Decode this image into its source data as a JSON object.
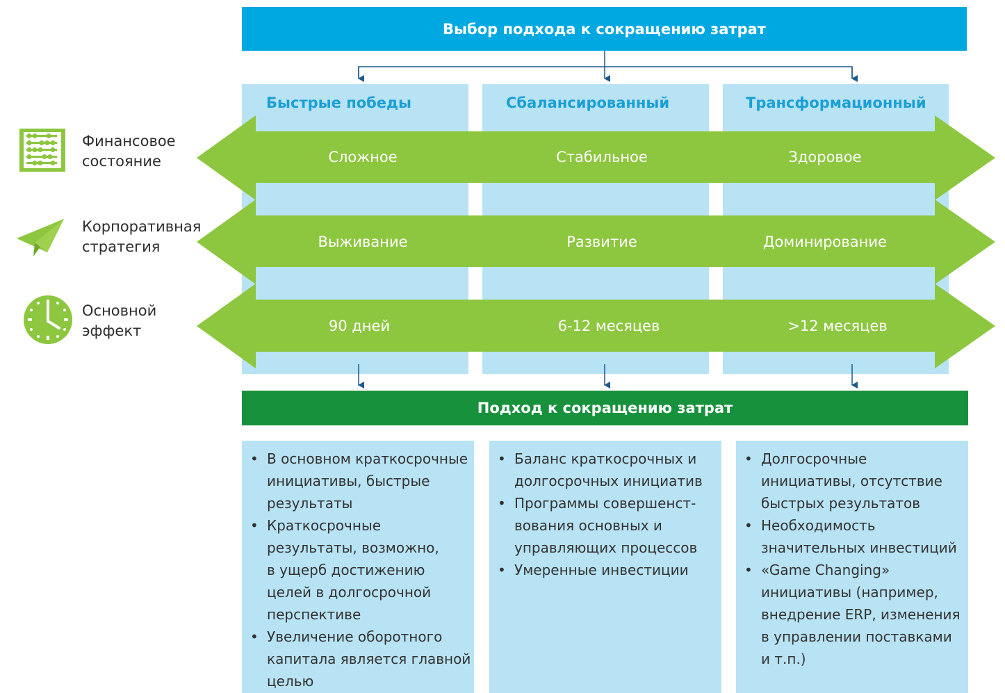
{
  "top_banner": "Выбор подхода к сокращению затрат",
  "bottom_banner": "Подход к сокращению затрат",
  "columns": [
    {
      "title": "Быстрые победы"
    },
    {
      "title": "Сбалансированный"
    },
    {
      "title": "Трансформационный"
    }
  ],
  "rows": [
    {
      "label_line1": "Финансовое",
      "label_line2": "состояние",
      "icon": "abacus-icon",
      "values": [
        "Сложное",
        "Стабильное",
        "Здоровое"
      ]
    },
    {
      "label_line1": "Корпоративная",
      "label_line2": "стратегия",
      "icon": "paper-plane-icon",
      "values": [
        "Выживание",
        "Развитие",
        "Доминирование"
      ]
    },
    {
      "label_line1": "Основной",
      "label_line2": "эффект",
      "icon": "clock-icon",
      "values": [
        "90 дней",
        "6-12 месяцев",
        ">12 месяцев"
      ]
    }
  ],
  "approaches": [
    {
      "bullets": [
        [
          "В основном краткосрочные",
          "инициативы, быстрые",
          "результаты"
        ],
        [
          "Краткосрочные",
          "результаты, возможно,",
          "в ущерб достижению",
          "целей в долгосрочной",
          "перспективе"
        ],
        [
          "Увеличение оборотного",
          "капитала является главной",
          "целью"
        ]
      ]
    },
    {
      "bullets": [
        [
          "Баланс краткосрочных и",
          "долгосрочных инициатив"
        ],
        [
          "Программы совершенст-",
          "вования основных и",
          "управляющих процессов"
        ],
        [
          "Умеренные инвестиции"
        ]
      ]
    },
    {
      "bullets": [
        [
          "Долгосрочные",
          "инициативы, отсутствие",
          "быстрых результатов"
        ],
        [
          "Необходимость",
          "значительных инвестиций"
        ],
        [
          "«Game Changing»",
          "инициативы (например,",
          "внедрение ERP, изменения",
          "в управлении поставками",
          "и т.п.)"
        ]
      ]
    }
  ],
  "colors": {
    "blue_banner": "#00a8e1",
    "green_banner": "#17913c",
    "light_blue": "#b8e3f4",
    "arrow_green": "#8dc63f",
    "column_title": "#1a9fd6",
    "connector": "#1b5a8c"
  }
}
